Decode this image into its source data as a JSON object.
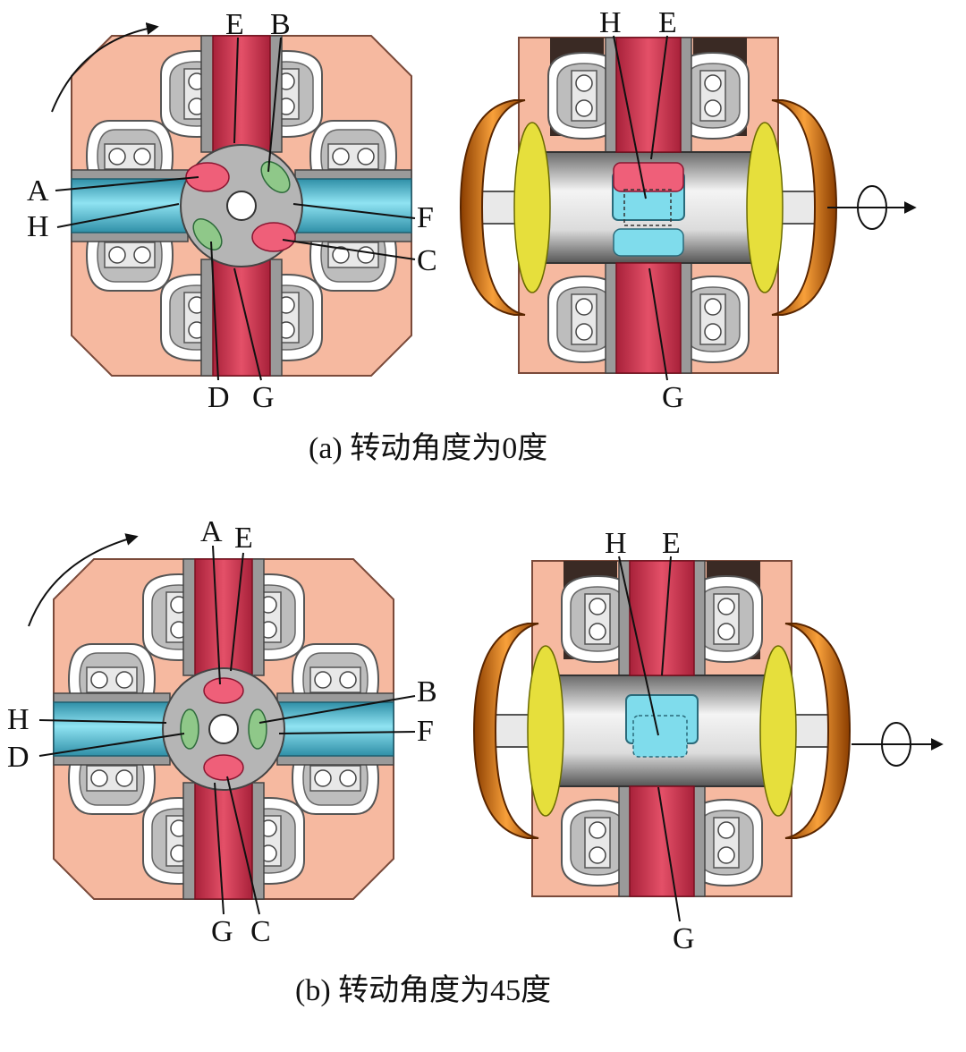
{
  "panels": [
    {
      "caption": "(a) 转动角度为0度",
      "front_labels": [
        "E",
        "B",
        "A",
        "H",
        "F",
        "C",
        "D",
        "G"
      ],
      "side_labels": [
        "H",
        "E",
        "G"
      ]
    },
    {
      "caption": "(b) 转动角度为45度",
      "front_labels": [
        "A",
        "E",
        "H",
        "D",
        "B",
        "F",
        "G",
        "C"
      ],
      "side_labels": [
        "H",
        "E",
        "G"
      ]
    }
  ],
  "colors": {
    "housing": "#f6b9a0",
    "bearing_block": "#c9c9c9",
    "red_port": "#d9344f",
    "cyan_port": "#5ec9dc",
    "rotor_ring": "#b5b5b5",
    "pink_chamber": "#ef5f79",
    "green_chamber": "#8fc889",
    "orange_frame": "#f08a1d",
    "yellow_disc": "#e6df3c"
  },
  "icons": [
    "rotation-arrow-icon",
    "axial-rotation-icon"
  ]
}
